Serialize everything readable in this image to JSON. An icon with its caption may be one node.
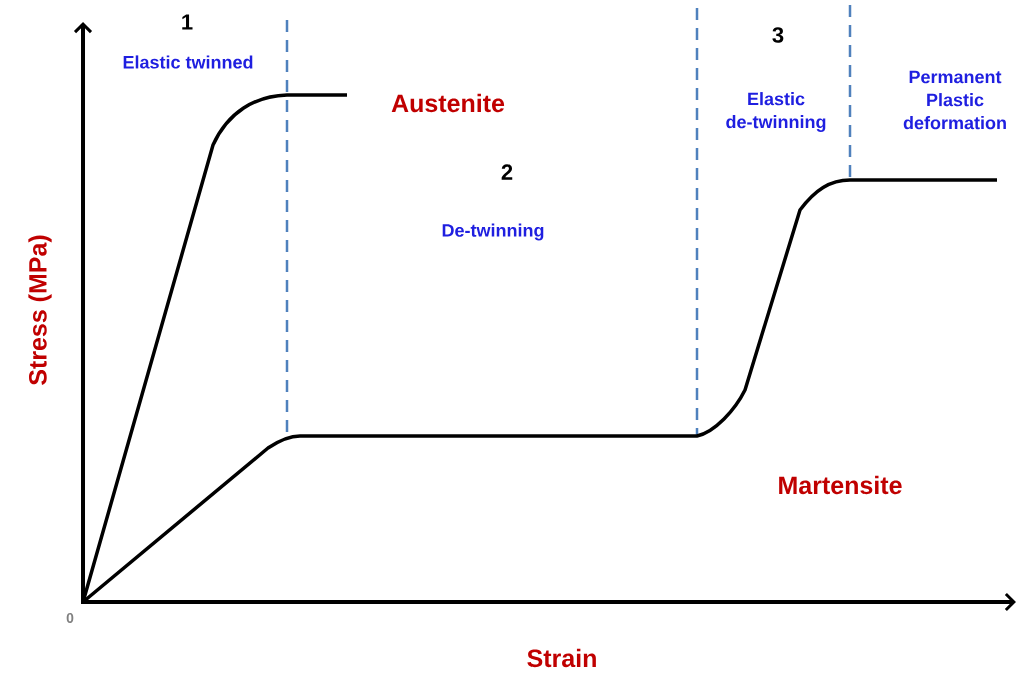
{
  "diagram": {
    "labels": [
      "1",
      "Elastic twinned",
      "3",
      "Permanent Plastic deformation",
      "Austenite",
      "Elastic de-twinning",
      "2",
      "De-twinning",
      "Stress (MPa)",
      "Martensite",
      "0",
      "Strain"
    ]
  }
}
